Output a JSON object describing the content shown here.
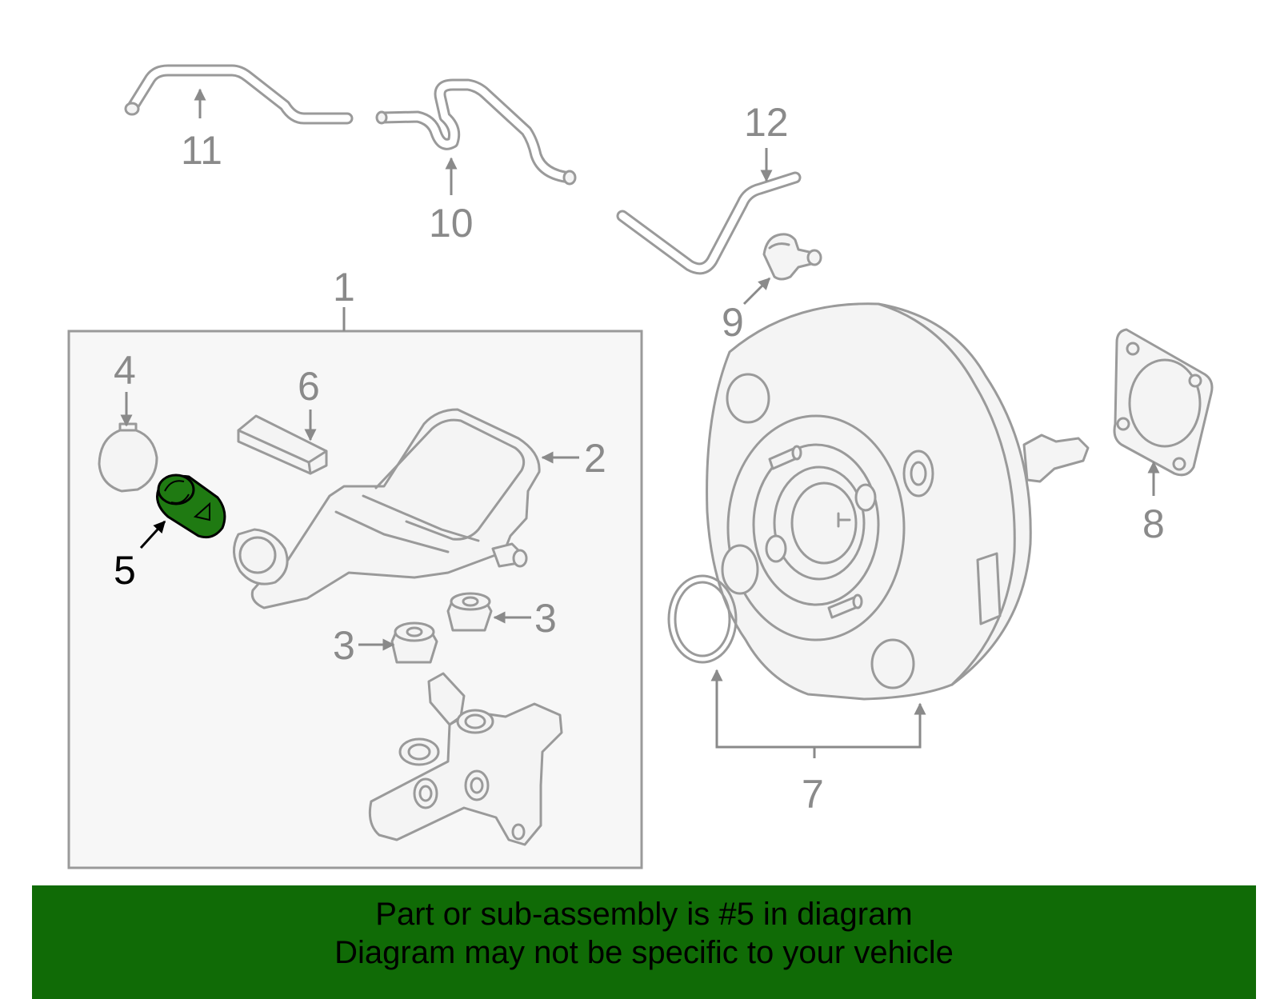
{
  "diagram": {
    "callouts": {
      "c1": "1",
      "c2": "2",
      "c3a": "3",
      "c3b": "3",
      "c4": "4",
      "c5": "5",
      "c6": "6",
      "c7": "7",
      "c8": "8",
      "c9": "9",
      "c10": "10",
      "c11": "11",
      "c12": "12"
    },
    "highlighted_part": "5",
    "highlight_color": "#1f7a12",
    "line_color": "#9a9a9a",
    "panel_color": "#f7f7f7"
  },
  "banner": {
    "line1": "Part or sub-assembly is #5 in diagram",
    "line2": "Diagram may not be specific to your vehicle",
    "background": "#106b06"
  }
}
